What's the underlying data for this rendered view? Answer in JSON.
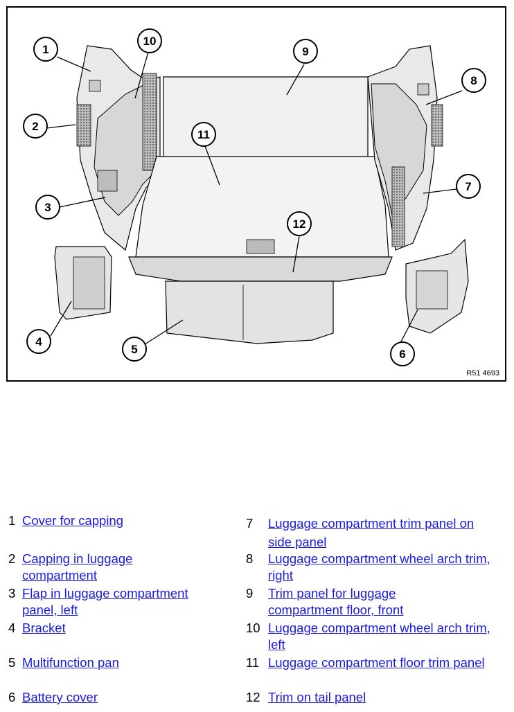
{
  "figure": {
    "reference_code": "R51 4693",
    "callouts": [
      "1",
      "2",
      "3",
      "4",
      "5",
      "6",
      "7",
      "8",
      "9",
      "10",
      "11",
      "12"
    ]
  },
  "legend": {
    "items": [
      {
        "number": "1",
        "text": "Cover for capping"
      },
      {
        "number": "2",
        "text": "Capping in luggage compartment"
      },
      {
        "number": "3",
        "text": "Flap in luggage compartment panel, left"
      },
      {
        "number": "4",
        "text": "Bracket"
      },
      {
        "number": "5",
        "text": "Multifunction pan"
      },
      {
        "number": "6",
        "text": "Battery cover"
      },
      {
        "number": "7",
        "text": "Luggage compartment trim panel on side panel"
      },
      {
        "number": "8",
        "text": "Luggage compartment wheel arch trim, right"
      },
      {
        "number": "9",
        "text": "Trim panel for luggage compartment floor, front"
      },
      {
        "number": "10",
        "text": "Luggage compartment wheel arch trim, left"
      },
      {
        "number": "11",
        "text": "Luggage compartment floor trim panel"
      },
      {
        "number": "12",
        "text": "Trim on tail panel"
      }
    ]
  },
  "colors": {
    "link": "#1a1ae6",
    "line": "#000000",
    "part_fill": "#eeeeee",
    "part_shade": "#cfcfcf"
  }
}
